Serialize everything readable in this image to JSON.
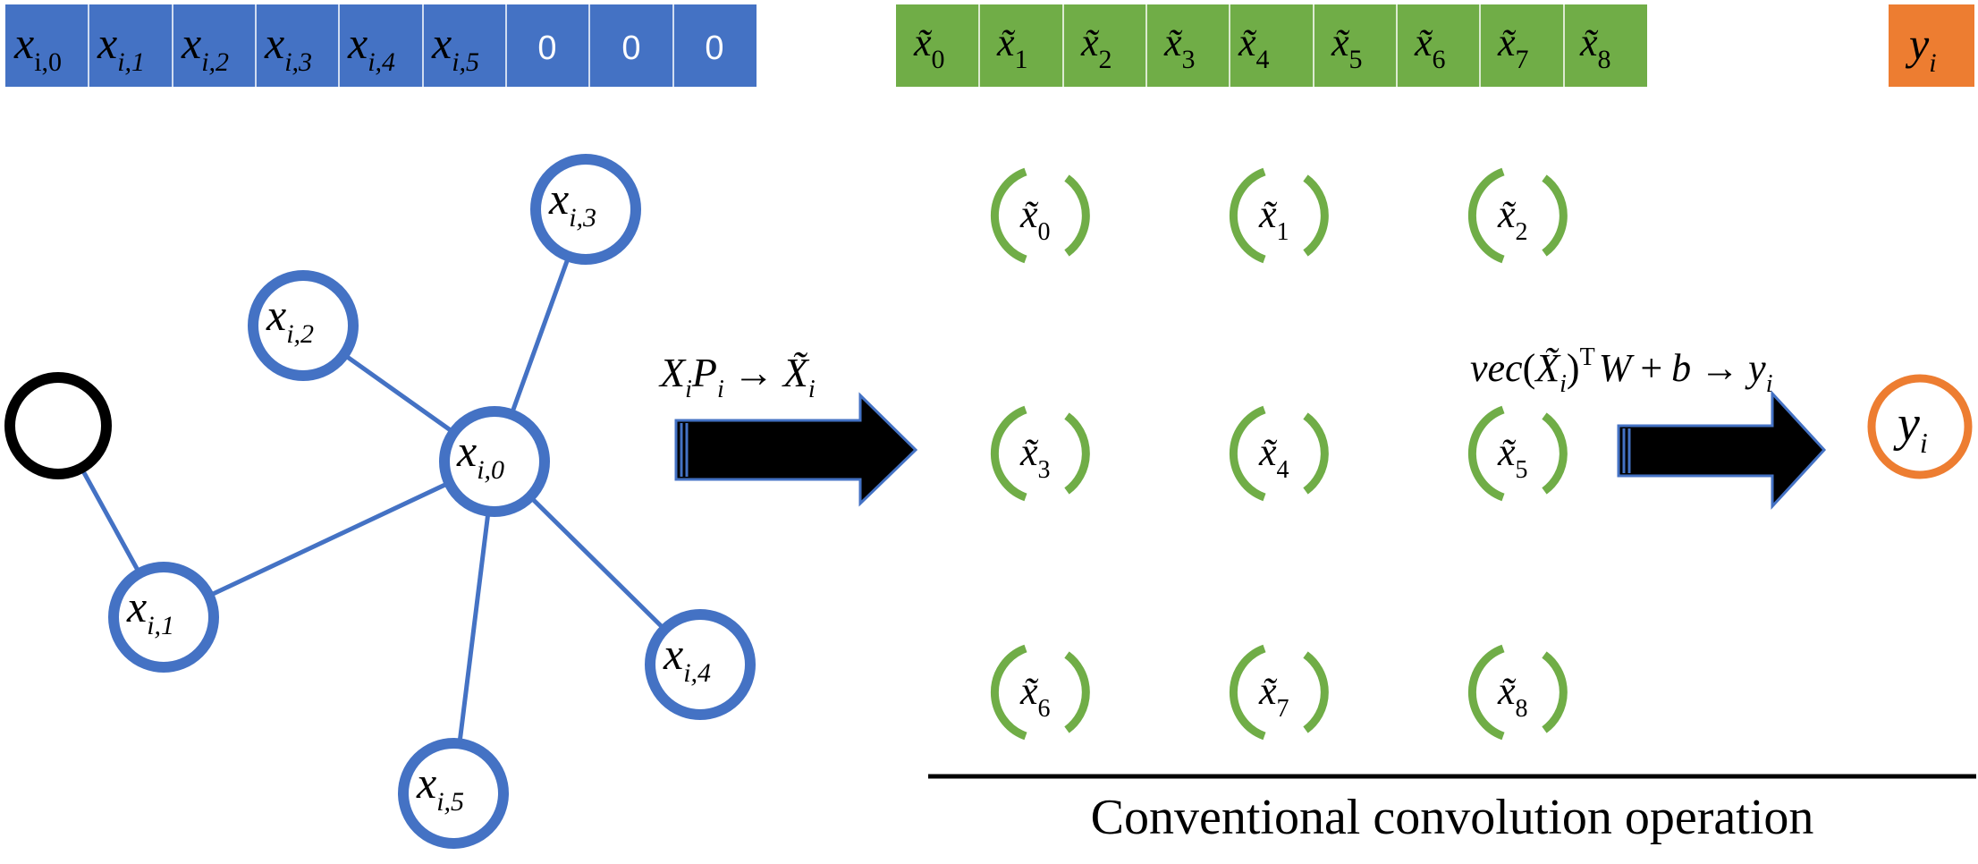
{
  "colors": {
    "blue": "#4472c4",
    "green": "#70ad47",
    "orange": "#ed7d31",
    "black": "#000000",
    "white": "#ffffff"
  },
  "input_vector": [
    {
      "base": "x",
      "sub": "i,0"
    },
    {
      "base": "x",
      "sub": "i,1"
    },
    {
      "base": "x",
      "sub": "i,2"
    },
    {
      "base": "x",
      "sub": "i,3"
    },
    {
      "base": "x",
      "sub": "i,4"
    },
    {
      "base": "x",
      "sub": "i,5"
    },
    {
      "text": "0"
    },
    {
      "text": "0"
    },
    {
      "text": "0"
    }
  ],
  "permuted_vector": [
    {
      "base": "x̃",
      "sub": "0"
    },
    {
      "base": "x̃",
      "sub": "1"
    },
    {
      "base": "x̃",
      "sub": "2"
    },
    {
      "base": "x̃",
      "sub": "3"
    },
    {
      "base": "x̃",
      "sub": "4"
    },
    {
      "base": "x̃",
      "sub": "5"
    },
    {
      "base": "x̃",
      "sub": "6"
    },
    {
      "base": "x̃",
      "sub": "7"
    },
    {
      "base": "x̃",
      "sub": "8"
    }
  ],
  "output_box": {
    "base": "y",
    "sub": "i"
  },
  "graph": {
    "center": {
      "base": "x",
      "sub": "i,0"
    },
    "neighbors": [
      {
        "base": "x",
        "sub": "i,1"
      },
      {
        "base": "x",
        "sub": "i,2"
      },
      {
        "base": "x",
        "sub": "i,3"
      },
      {
        "base": "x",
        "sub": "i,4"
      },
      {
        "base": "x",
        "sub": "i,5"
      }
    ],
    "edges": [
      [
        "center",
        "x_i1"
      ],
      [
        "center",
        "x_i2"
      ],
      [
        "center",
        "x_i3"
      ],
      [
        "center",
        "x_i4"
      ],
      [
        "center",
        "x_i5"
      ],
      [
        "x_i1",
        "empty"
      ]
    ]
  },
  "transform_label": {
    "X": "X",
    "X_sub": "i",
    "P": "P",
    "P_sub": "i",
    "arrow": "→",
    "Xt": "X̃",
    "Xt_sub": "i"
  },
  "grid_nodes": [
    {
      "base": "x̃",
      "sub": "0"
    },
    {
      "base": "x̃",
      "sub": "1"
    },
    {
      "base": "x̃",
      "sub": "2"
    },
    {
      "base": "x̃",
      "sub": "3"
    },
    {
      "base": "x̃",
      "sub": "4"
    },
    {
      "base": "x̃",
      "sub": "5"
    },
    {
      "base": "x̃",
      "sub": "6"
    },
    {
      "base": "x̃",
      "sub": "7"
    },
    {
      "base": "x̃",
      "sub": "8"
    }
  ],
  "output_formula": {
    "vec": "vec",
    "open": "(",
    "Xt": "X̃",
    "Xt_sub": "i",
    "close": ")",
    "sup": "T",
    "W": "W",
    "plus": "+",
    "b": "b",
    "arrow": "→",
    "y": "y",
    "y_sub": "i"
  },
  "output_node": {
    "base": "y",
    "sub": "i"
  },
  "caption": "Conventional convolution operation"
}
